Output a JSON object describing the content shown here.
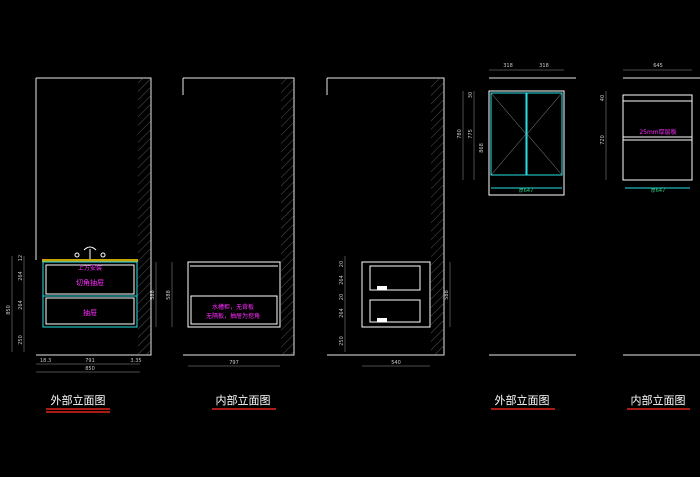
{
  "captions": {
    "external_1": "外部立面图",
    "internal_1": "内部立面图",
    "external_2": "外部立面图",
    "internal_2": "内部立面图"
  },
  "labels": {
    "top_mounted_faucet": "上方安装",
    "cut_drawer": "切角抽屉",
    "drawer": "抽屉",
    "sink_cabinet_note_1": "水槽柜，无背板",
    "sink_cabinet_note_2": "无隔板，抽屉为挖角",
    "shelf_25mm": "25mm厚层板",
    "board_thickness_1": "厚647",
    "board_thickness_2": "厚647"
  },
  "dims": {
    "d_18_3": "18.3",
    "d_791": "791",
    "d_3_35": "3.35",
    "d_850": "850",
    "d_797": "797",
    "d_540": "540",
    "d_12": "12",
    "d_264a": "264",
    "d_264b": "264",
    "d_250": "250",
    "d_850v": "850",
    "d_588a": "588",
    "d_588b": "588",
    "d_588c": "588",
    "d_20a": "20",
    "d_264c": "264",
    "d_20b": "20",
    "d_264d": "264",
    "d_250b": "250",
    "d_318a": "318",
    "d_318b": "318",
    "d_645": "645",
    "d_780": "780",
    "d_775": "775",
    "d_720": "720",
    "d_30": "30",
    "d_40": "40",
    "d_868": "868"
  }
}
